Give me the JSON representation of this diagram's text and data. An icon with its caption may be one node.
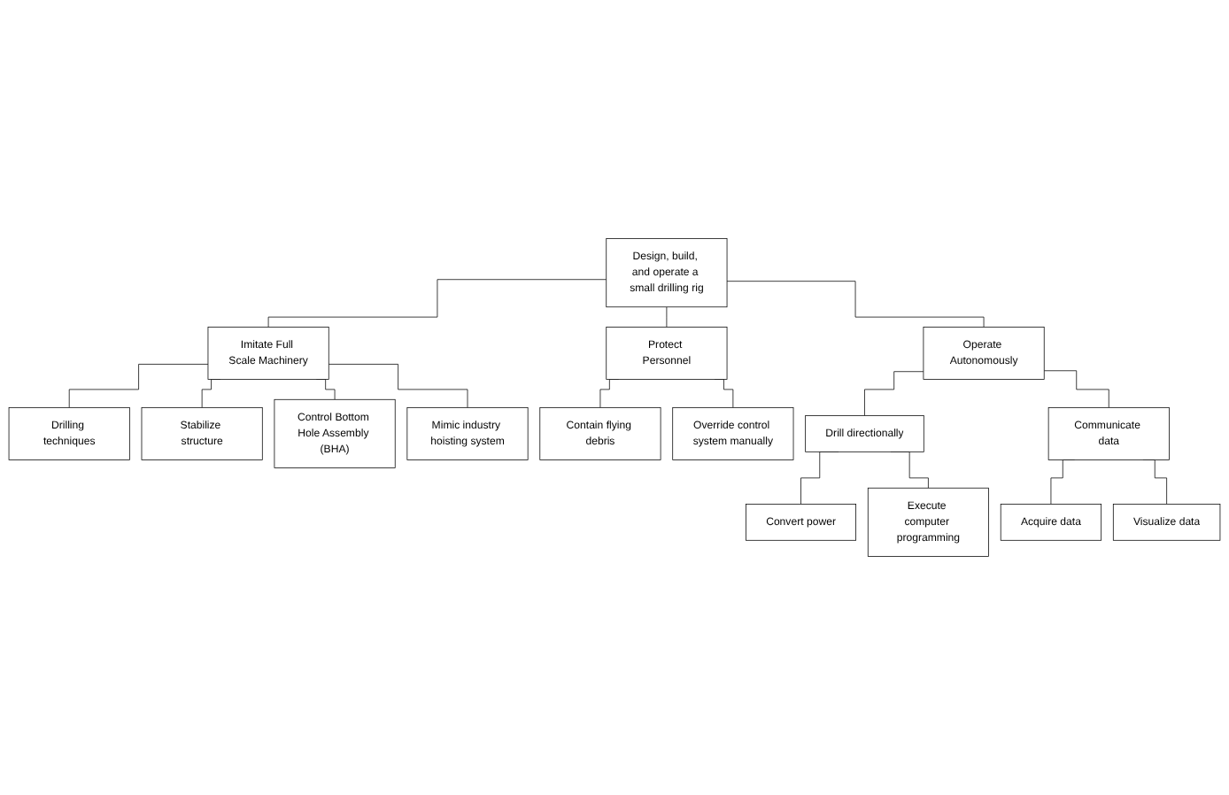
{
  "diagram": {
    "nodes": [
      {
        "text": [
          "Design, build, and operate a small drilling rig"
        ]
      },
      {
        "text": [
          "Imitate Full Scale Machinery"
        ]
      },
      {
        "text": [
          "Protect Personnel"
        ]
      },
      {
        "text": [
          "Operate Autonomously"
        ]
      },
      {
        "text": [
          "Drilling techniques"
        ]
      },
      {
        "text": [
          "Stabilize structure"
        ]
      },
      {
        "text": [
          "Control Bottom Hole Assembly (BHA)"
        ]
      },
      {
        "text": [
          "Mimic industry hoisting system"
        ]
      },
      {
        "text": [
          "Contain flying debris"
        ]
      },
      {
        "text": [
          "Override control system manually"
        ]
      },
      {
        "text": [
          "Drill directionally"
        ]
      },
      {
        "text": [
          "Communicate data"
        ]
      },
      {
        "text": [
          "Convert power"
        ]
      },
      {
        "text": [
          "Execute computer programming"
        ]
      },
      {
        "text": [
          "Acquire data"
        ]
      },
      {
        "text": [
          "Visualize data"
        ]
      }
    ],
    "edges": [
      {
        "from": 0,
        "to": 1,
        "arrow": "none"
      },
      {
        "from": 0,
        "to": 2,
        "arrow": "none"
      },
      {
        "from": 0,
        "to": 3,
        "arrow": "none"
      },
      {
        "from": 1,
        "to": 4,
        "arrow": "none"
      },
      {
        "from": 1,
        "to": 5,
        "arrow": "none"
      },
      {
        "from": 1,
        "to": 6,
        "arrow": "none"
      },
      {
        "from": 1,
        "to": 7,
        "arrow": "none"
      },
      {
        "from": 2,
        "to": 8,
        "arrow": "none"
      },
      {
        "from": 2,
        "to": 9,
        "arrow": "none"
      },
      {
        "from": 3,
        "to": 10,
        "arrow": "none"
      },
      {
        "from": 3,
        "to": 11,
        "arrow": "none"
      },
      {
        "from": 10,
        "to": 12,
        "arrow": "none"
      },
      {
        "from": 10,
        "to": 13,
        "arrow": "none"
      },
      {
        "from": 11,
        "to": 14,
        "arrow": "none"
      },
      {
        "from": 11,
        "to": 15,
        "arrow": "none"
      }
    ]
  }
}
